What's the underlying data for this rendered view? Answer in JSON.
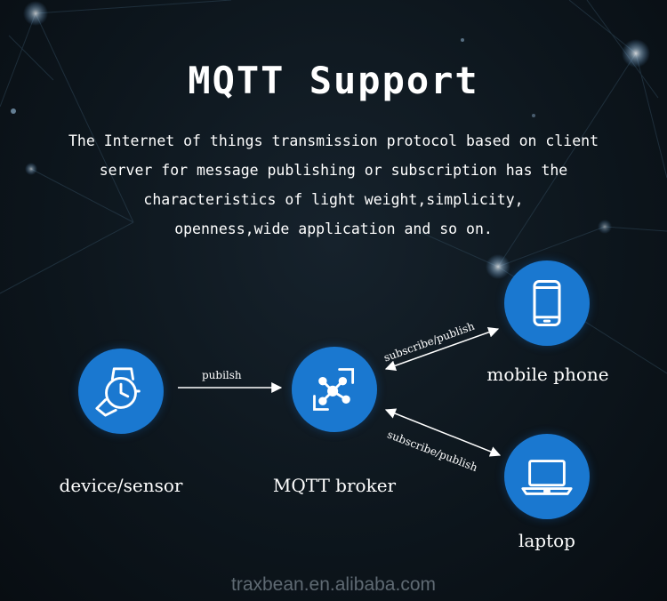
{
  "title": "MQTT Support",
  "description": [
    "The Internet of things transmission protocol based on client",
    "server for message publishing or subscription has the",
    "characteristics of light weight,simplicity,",
    "openness,wide application and so on."
  ],
  "nodes": {
    "device": {
      "label": "device/sensor",
      "icon": "watch-icon"
    },
    "broker": {
      "label": "MQTT broker",
      "icon": "network-hub-icon"
    },
    "phone": {
      "label": "mobile phone",
      "icon": "smartphone-icon"
    },
    "laptop": {
      "label": "laptop",
      "icon": "laptop-icon"
    }
  },
  "edges": {
    "publish": "pubilsh",
    "phone_link": "subscribe/publish",
    "laptop_link": "subscribe/publish"
  },
  "watermark": "traxbean.en.alibaba.com",
  "colors": {
    "node": "#1a78d0",
    "background": "#0d161d"
  }
}
